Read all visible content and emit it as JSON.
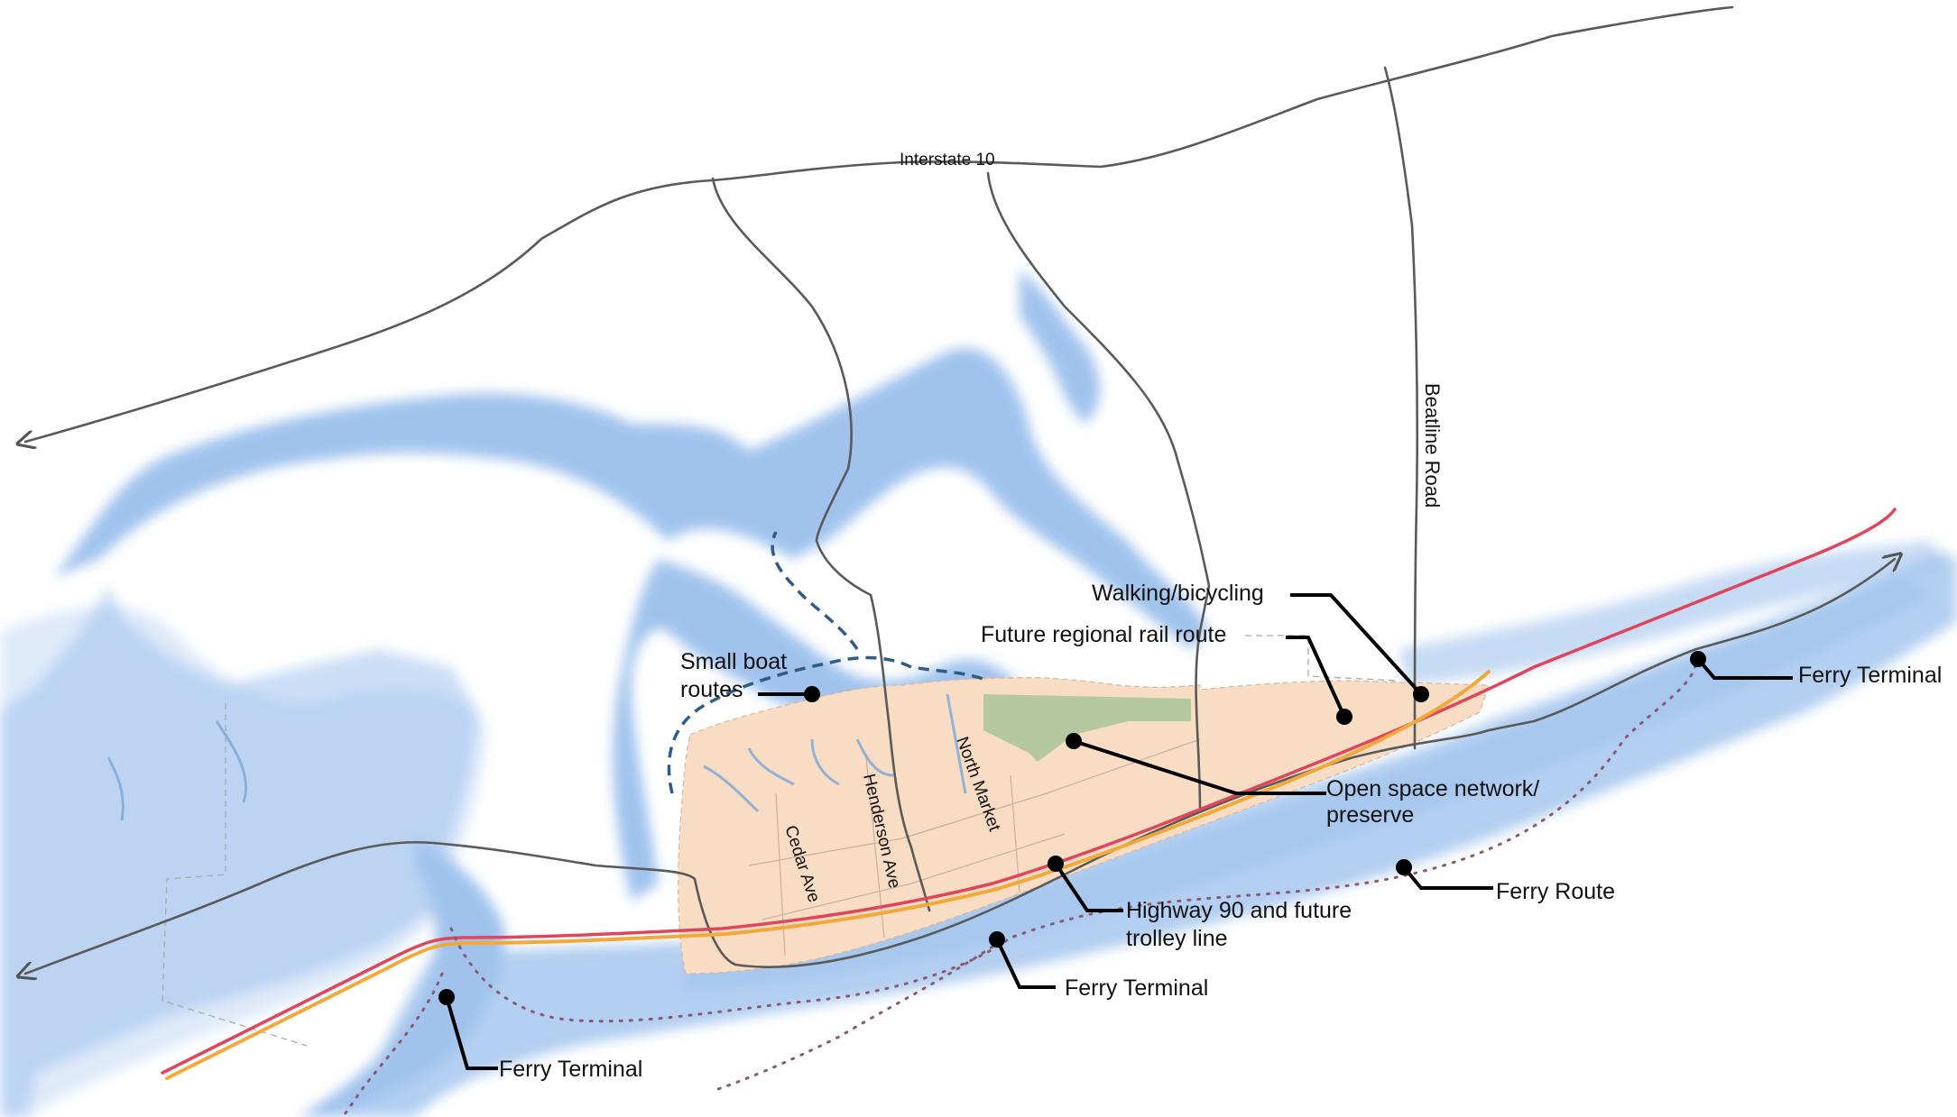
{
  "roads": {
    "interstate": "Interstate 10",
    "beatline": "Beatline Road",
    "cedar": "Cedar Ave",
    "henderson": "Henderson Ave",
    "north_market": "North Market"
  },
  "callouts": {
    "walking": "Walking/bicycling",
    "rail": "Future regional rail route",
    "small_boat_1": "Small boat",
    "small_boat_2": "routes",
    "open_space_1": "Open space network/",
    "open_space_2": "preserve",
    "highway_1": "Highway 90 and future",
    "highway_2": "trolley line",
    "ferry_route": "Ferry Route",
    "ferry_terminal_east": "Ferry Terminal",
    "ferry_terminal_center": "Ferry Terminal",
    "ferry_terminal_west": "Ferry Terminal"
  },
  "colors": {
    "water": "#8fb8ea",
    "town": "#f8dcc4",
    "preserve": "#a9c49a",
    "road": "#555555",
    "rail": "#e0455c",
    "trolley": "#f2a93b",
    "boat_route": "#2f5b88",
    "ferry_route": "#8a5a70"
  }
}
